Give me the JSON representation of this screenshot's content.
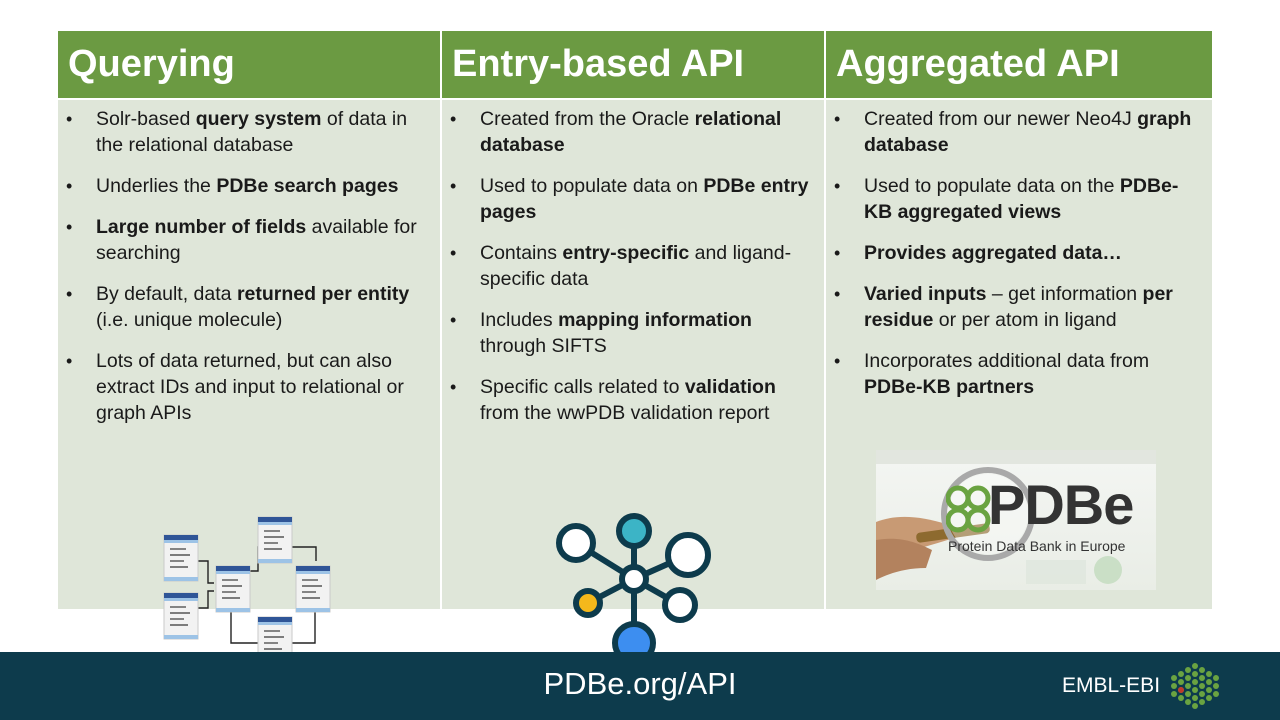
{
  "columns": [
    {
      "title": "Querying",
      "bullets": [
        {
          "parts": [
            "Solr-based ",
            "query system",
            " of data in the relational database"
          ]
        },
        {
          "parts": [
            "Underlies the ",
            "PDBe search pages",
            ""
          ]
        },
        {
          "parts": [
            "",
            "Large number of fields",
            " available for searching"
          ]
        },
        {
          "parts": [
            "By default, data ",
            "returned per entity",
            " (i.e. unique molecule)"
          ]
        },
        {
          "parts": [
            "Lots of data returned, but can also extract IDs and input to relational or graph APIs",
            "",
            ""
          ]
        }
      ],
      "illustration": "relational-database-diagram-icon"
    },
    {
      "title": "Entry-based API",
      "bullets": [
        {
          "parts": [
            "Created from the Oracle ",
            "relational database",
            ""
          ]
        },
        {
          "parts": [
            "Used to populate data on ",
            "PDBe entry pages",
            ""
          ]
        },
        {
          "parts": [
            "Contains ",
            "entry-specific",
            " and ligand-specific data"
          ]
        },
        {
          "parts": [
            "Includes ",
            "mapping information",
            " through SIFTS"
          ]
        },
        {
          "parts": [
            "Specific calls related to ",
            "validation",
            " from the wwPDB validation report"
          ]
        }
      ],
      "illustration": "network-hub-icon"
    },
    {
      "title": "Aggregated API",
      "bullets": [
        {
          "parts": [
            "Created from our newer Neo4J ",
            "graph database",
            ""
          ]
        },
        {
          "parts": [
            "Used to populate data on the ",
            "PDBe-KB aggregated views",
            ""
          ]
        },
        {
          "parts": [
            "",
            "Provides aggregated data…",
            ""
          ]
        },
        {
          "parts": [
            "",
            "Varied inputs",
            " – get information "
          ],
          "extra_bold": "per residue",
          "tail": " or per atom in ligand"
        },
        {
          "parts": [
            "Incorporates additional data from ",
            "PDBe-KB partners",
            ""
          ]
        }
      ],
      "illustration": "pdbe-magnifier-photo",
      "logo_text": "PDBe",
      "logo_subtitle": "Protein Data Bank in Europe"
    }
  ],
  "footer": {
    "url": "PDBe.org/API",
    "org": "EMBL-EBI"
  },
  "colors": {
    "header_green": "#6b9a42",
    "cell_bg": "#dfe6d9",
    "footer_bg": "#0d3b4c"
  }
}
